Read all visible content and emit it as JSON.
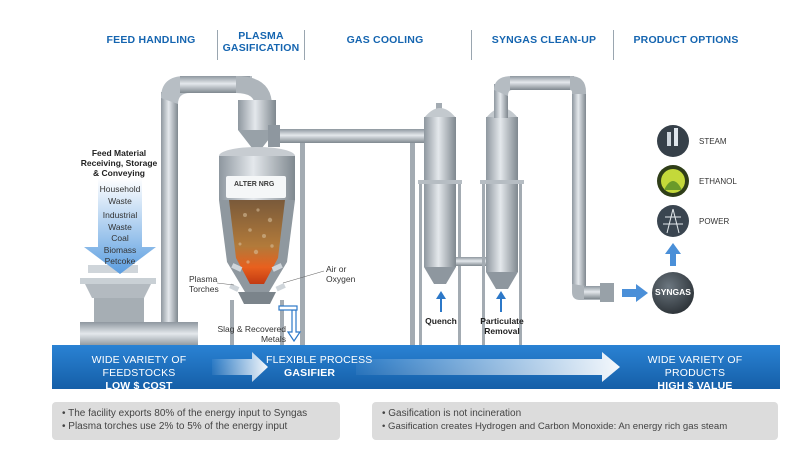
{
  "headers": {
    "feed_handling": "FEED HANDLING",
    "plasma_line1": "PLASMA",
    "plasma_line2": "GASIFICATION",
    "gas_cooling": "GAS COOLING",
    "syngas_cleanup": "SYNGAS CLEAN-UP",
    "product_options": "PRODUCT OPTIONS"
  },
  "feed": {
    "title_line1": "Feed Material",
    "title_line2": "Receiving, Storage",
    "title_line3": "& Conveying",
    "items": [
      "Household",
      "Waste",
      "Industrial",
      "Waste",
      "Coal",
      "Biomass",
      "Petcoke"
    ]
  },
  "gasifier": {
    "brand": "ALTER NRG",
    "plasma_torches_line1": "Plasma",
    "plasma_torches_line2": "Torches",
    "air_line1": "Air or",
    "air_line2": "Oxygen",
    "slag_line1": "Slag & Recovered",
    "slag_line2": "Metals"
  },
  "cleanup": {
    "quench": "Quench",
    "particulate_line1": "Particulate",
    "particulate_line2": "Removal"
  },
  "products": {
    "steam": "STEAM",
    "ethanol": "ETHANOL",
    "power": "POWER",
    "syngas": "SYNGAS"
  },
  "bar": {
    "left_line1": "WIDE VARIETY OF FEEDSTOCKS",
    "left_line2": "LOW $ COST",
    "mid_line1": "FLEXIBLE PROCESS",
    "mid_line2": "GASIFIER",
    "right_line1": "WIDE VARIETY OF PRODUCTS",
    "right_line2": "HIGH $ VALUE"
  },
  "notes": {
    "left": [
      "The facility exports 80% of the energy input to Syngas",
      "Plasma torches use 2% to 5% of the energy input"
    ],
    "right": [
      "Gasification is not incineration",
      "Gasification creates Hydrogen and Carbon Monoxide: An energy rich gas steam"
    ]
  },
  "colors": {
    "header_blue": "#1565b0",
    "bar_blue": "#1c6fc0",
    "arrow_blue": "#4a8fd8",
    "steel": "#a9b1b8",
    "fire": "#e85a1a"
  }
}
